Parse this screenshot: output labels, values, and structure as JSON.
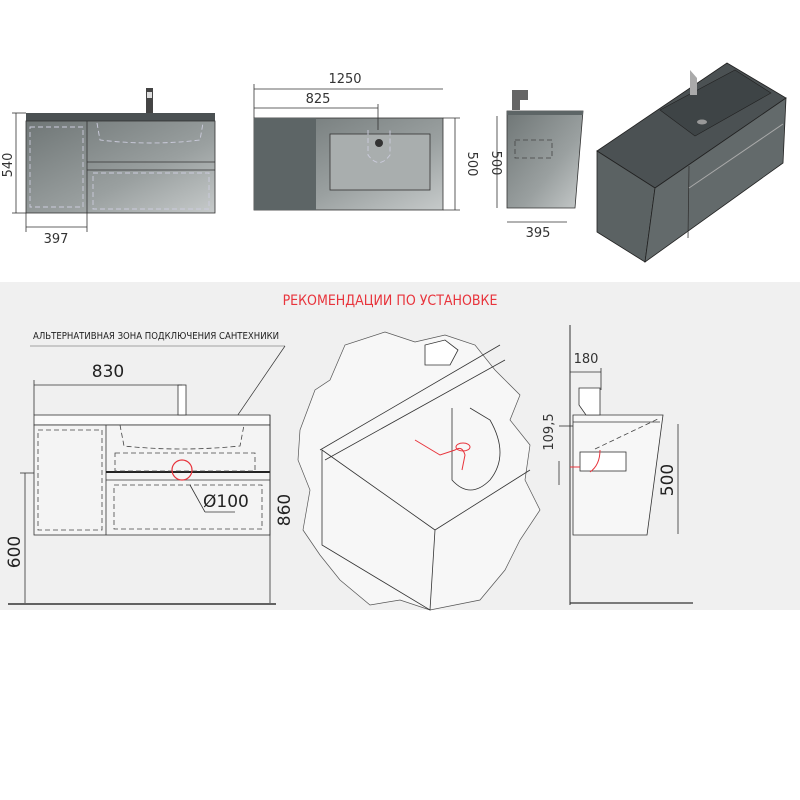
{
  "top_views": {
    "front": {
      "height_label": "540",
      "section_width_label": "397"
    },
    "plan": {
      "total_width_label": "1250",
      "sink_offset_label": "825",
      "depth_label": "500"
    },
    "side": {
      "height_label": "500",
      "depth_label": "395"
    }
  },
  "installation": {
    "title": "РЕКОМЕНДАЦИИ ПО УСТАНОВКЕ",
    "alt_zone_label": "АЛЬТЕРНАТИВНАЯ ЗОНА ПОДКЛЮЧЕНИЯ САНТЕХНИКИ",
    "faucet_offset_label": "830",
    "top_height_label": "860",
    "bottom_height_label": "600",
    "drain_diameter_label": "Ø100",
    "side_faucet_depth_label": "180",
    "side_drain_height_label": "109,5",
    "side_height_label": "500"
  },
  "colors": {
    "accent": "#e8343c",
    "cabinet": "#7d8484",
    "cabinet_dark": "#4b5153",
    "panel_bg": "#f0f0f0"
  }
}
